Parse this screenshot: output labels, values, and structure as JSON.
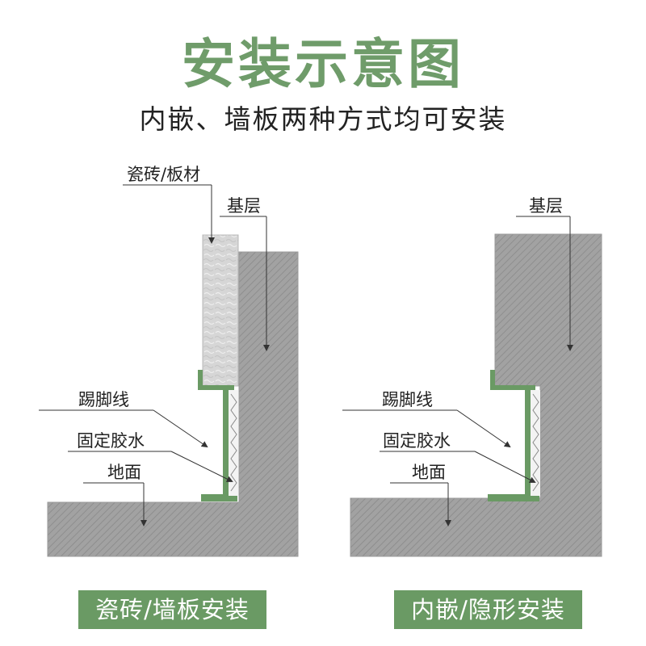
{
  "colors": {
    "title": "#6f9c6a",
    "accent_green": "#6a9a64",
    "concrete": "#a2a2a2",
    "concrete_hatch": "#8a8a8a",
    "tile": "#d8d8d8",
    "text": "#222222",
    "leader": "#333333"
  },
  "header": {
    "title": "安装示意图",
    "subtitle": "内嵌、墙板两种方式均可安装"
  },
  "left_diagram": {
    "labels": {
      "tile": "瓷砖/板材",
      "base": "基层",
      "skirting": "踢脚线",
      "glue": "固定胶水",
      "floor": "地面"
    },
    "button": "瓷砖/墙板安装"
  },
  "right_diagram": {
    "labels": {
      "base": "基层",
      "skirting": "踢脚线",
      "glue": "固定胶水",
      "floor": "地面"
    },
    "button": "内嵌/隐形安装"
  }
}
